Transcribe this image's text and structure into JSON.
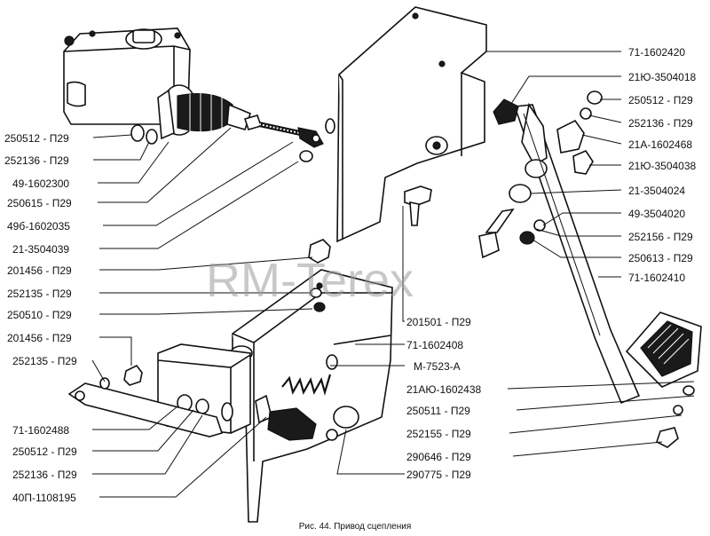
{
  "caption": "Рис. 44. Привод сцепления",
  "watermark": "RM-Terex",
  "labels": {
    "left": [
      "250512 - П29",
      "252136 - П29",
      "49-1602300",
      "250615 - П29",
      "49б-1602035",
      "21-3504039",
      "201456 - П29",
      "252135 - П29",
      "250510 - П29",
      "201456 - П29",
      "252135 - П29",
      "71-1602488",
      "250512 - П29",
      "252136 - П29",
      "40П-1108195"
    ],
    "right": [
      "71-1602420",
      "21Ю-3504018",
      "250512 - П29",
      "252136 - П29",
      "21А-1602468",
      "21Ю-3504038",
      "21-3504024",
      "49-3504020",
      "252156 - П29",
      "250613 - П29",
      "71-1602410"
    ],
    "center": [
      "201501 - П29",
      "71-1602408",
      "М-7523-А",
      "21АЮ-1602438",
      "250511 - П29",
      "252155 - П29",
      "290646 - П29",
      "290775 - П29"
    ]
  }
}
